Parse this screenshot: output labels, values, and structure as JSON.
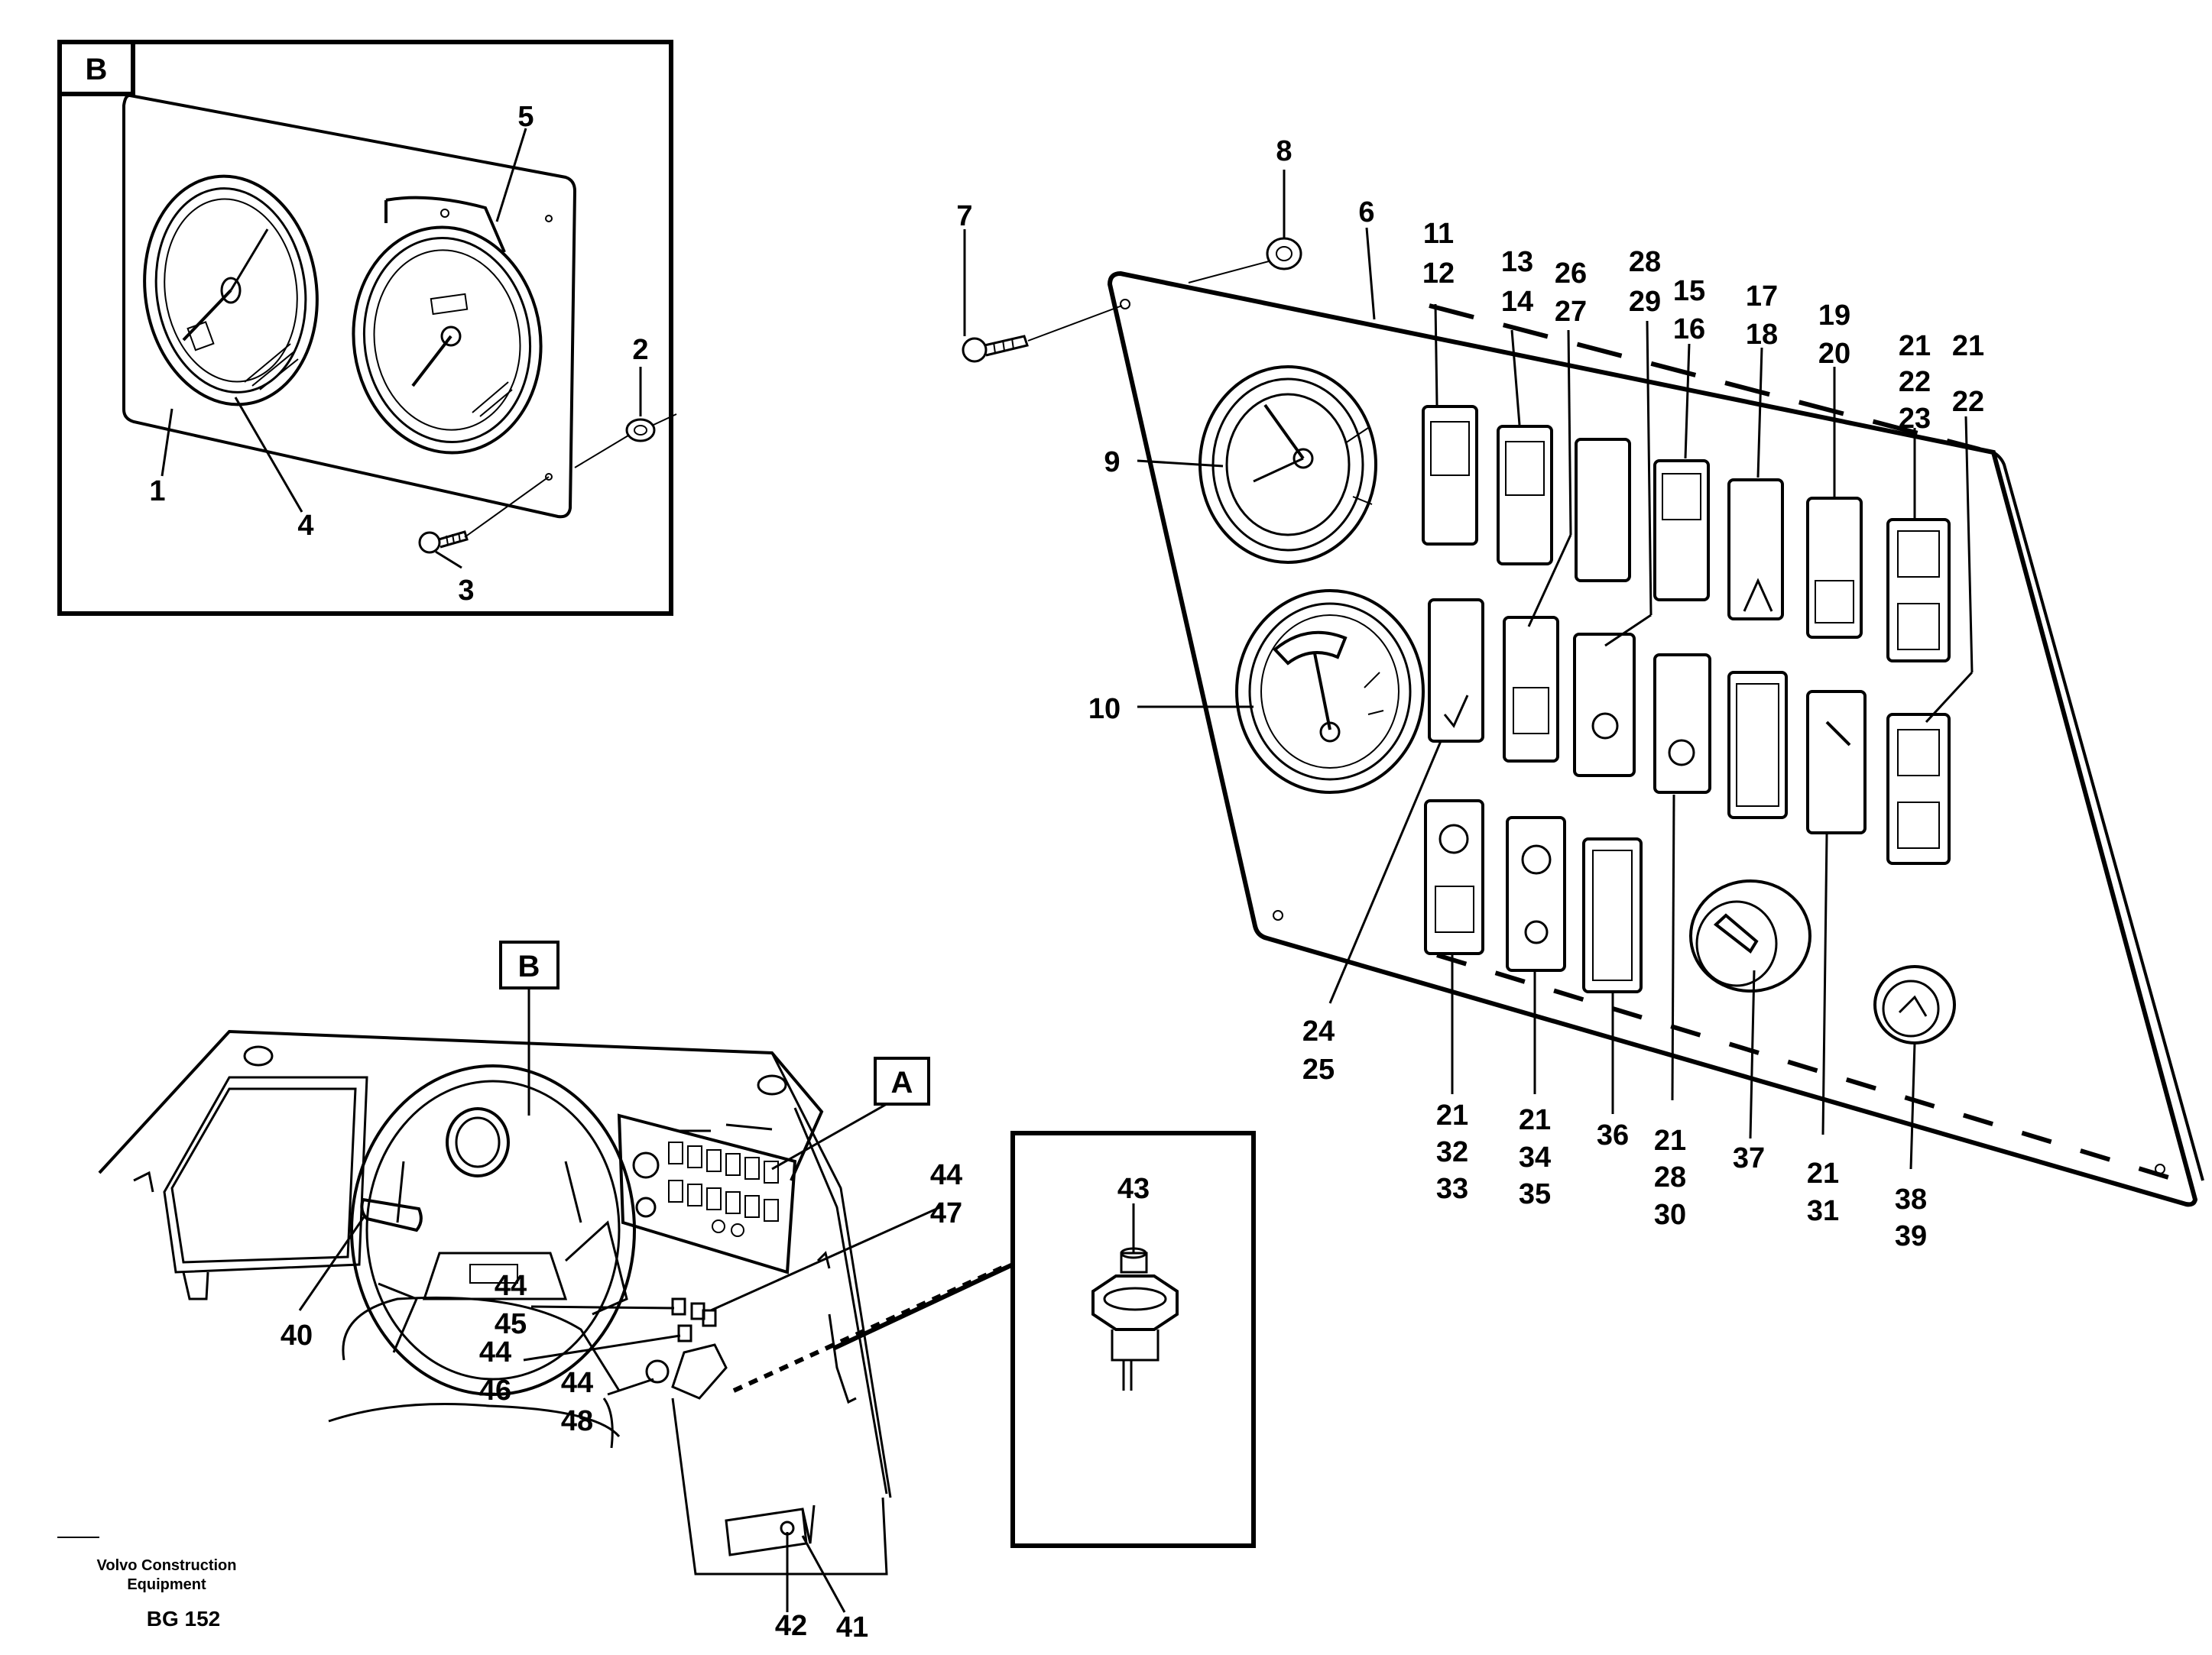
{
  "box_labels": {
    "detail_b": "B",
    "overview_b": "B",
    "overview_a": "A"
  },
  "part_numbers": {
    "p1": "1",
    "p2": "2",
    "p3": "3",
    "p4": "4",
    "p5": "5",
    "p6": "6",
    "p7": "7",
    "p8": "8",
    "p9": "9",
    "p10": "10",
    "p11_12": [
      "11",
      "12"
    ],
    "p13_14": [
      "13",
      "14"
    ],
    "p26_27": [
      "26",
      "27"
    ],
    "p28_29": [
      "28",
      "29"
    ],
    "p15_16": [
      "15",
      "16"
    ],
    "p17_18": [
      "17",
      "18"
    ],
    "p19_20": [
      "19",
      "20"
    ],
    "p21_22_23": [
      "21",
      "22",
      "23"
    ],
    "p21_22": [
      "21",
      "22"
    ],
    "p24_25": [
      "24",
      "25"
    ],
    "p21_32_33": [
      "21",
      "32",
      "33"
    ],
    "p21_34_35": [
      "21",
      "34",
      "35"
    ],
    "p36": "36",
    "p21_28_30": [
      "21",
      "28",
      "30"
    ],
    "p37": "37",
    "p21_31": [
      "21",
      "31"
    ],
    "p38_39": [
      "38",
      "39"
    ],
    "p40": "40",
    "p41": "41",
    "p42": "42",
    "p43": "43",
    "p44_47": [
      "44",
      "47"
    ],
    "p44_45": [
      "44",
      "45"
    ],
    "p44_46": [
      "44",
      "46"
    ],
    "p44_48": [
      "44",
      "48"
    ]
  },
  "footer": {
    "company_line1": "Volvo Construction",
    "company_line2": "Equipment",
    "code": "BG 152"
  }
}
